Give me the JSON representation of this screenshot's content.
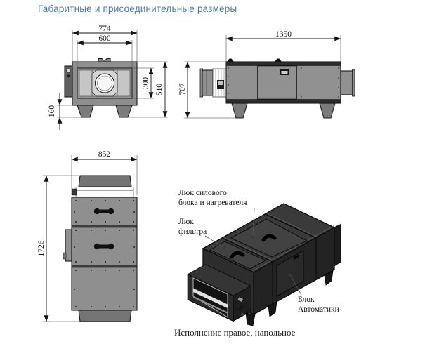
{
  "title": "Габаритные и присоединительные размеры",
  "caption": "Исполнение правое, напольное",
  "colors": {
    "accent": "#4e7ba1",
    "line": "#141414",
    "body_gray": "#8f8f8f",
    "unit_dark": "#2d2d2d"
  },
  "front_view": {
    "dim_width_overall": "774",
    "dim_width_inner": "600",
    "dim_height_inner": "300",
    "dim_height_body": "510",
    "dim_height_legs": "160"
  },
  "side_view": {
    "dim_length": "1350",
    "dim_height_overall": "707"
  },
  "top_view": {
    "dim_width": "852",
    "dim_length": "1726"
  },
  "iso_view": {
    "label_power_hatch_line1": "Люк силового",
    "label_power_hatch_line2": "блока и нагревателя",
    "label_filter_hatch_line1": "Люк",
    "label_filter_hatch_line2": "фильтра",
    "label_automation_line1": "Блок",
    "label_automation_line2": "Автоматики"
  }
}
